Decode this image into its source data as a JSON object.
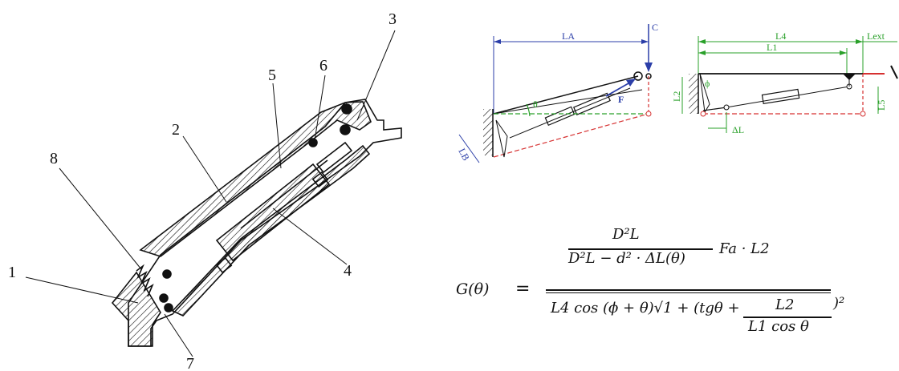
{
  "part_labels": [
    "1",
    "2",
    "3",
    "4",
    "5",
    "6",
    "7",
    "8"
  ],
  "left_diagram": {
    "dims": {
      "la": "LA",
      "c": "C",
      "f": "F",
      "theta": "θ",
      "lb": "LB"
    }
  },
  "right_diagram": {
    "dims": {
      "l4": "L4",
      "lext": "Lext",
      "l1": "L1",
      "l2": "L2",
      "phi": "ϕ",
      "dl": "ΔL",
      "l5": "L5"
    }
  },
  "formula": {
    "lhs": "G(θ)",
    "eq": "=",
    "num_top": "D²L",
    "num_bottom": "D²L − d² · ΔL(θ)",
    "num_rest": "Fa · L2",
    "den_main": "L4 cos (ϕ + θ)√1 + (tgθ +",
    "den_frac_top": "L2",
    "den_frac_bottom": "L1 cos θ",
    "den_tail": ")²"
  },
  "colors": {
    "blue": "#2b3ea8",
    "green": "#2aa02a",
    "red": "#d63030",
    "ink": "#111111"
  }
}
